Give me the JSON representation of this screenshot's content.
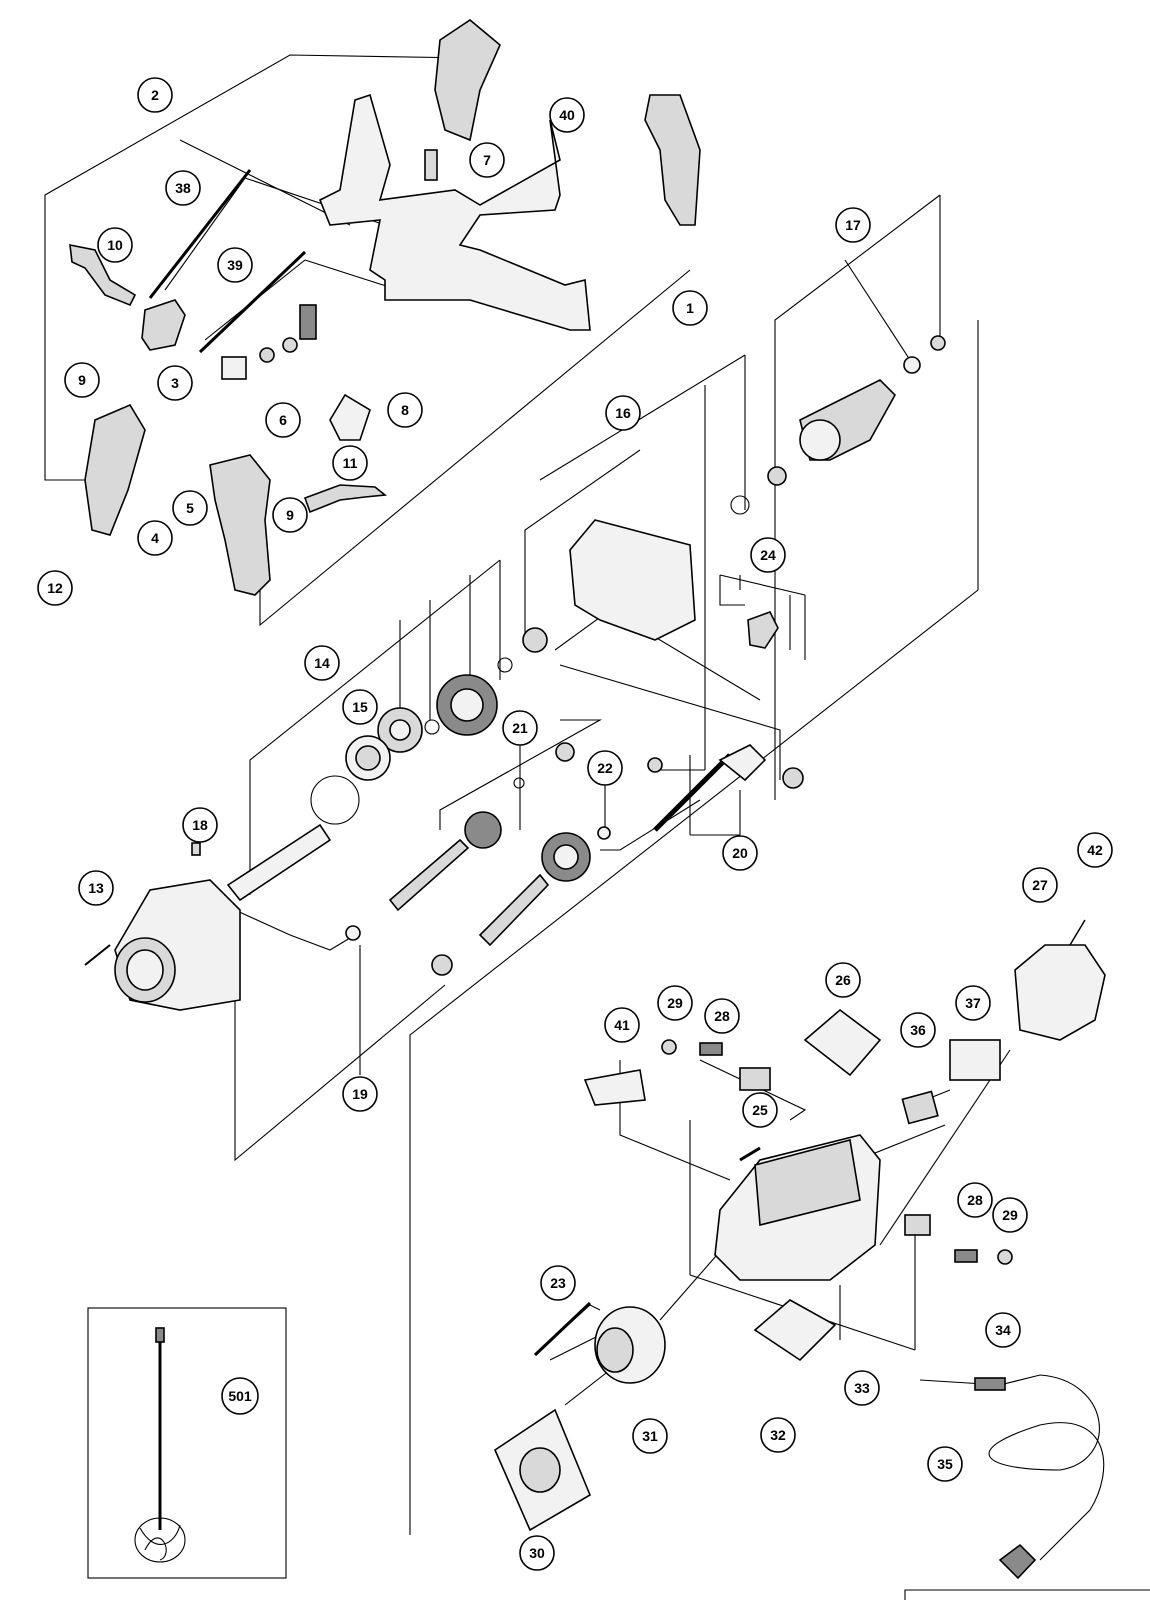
{
  "callouts": [
    {
      "label": "1"
    },
    {
      "label": "2"
    },
    {
      "label": "3"
    },
    {
      "label": "4"
    },
    {
      "label": "5"
    },
    {
      "label": "6"
    },
    {
      "label": "7"
    },
    {
      "label": "8"
    },
    {
      "label": "9"
    },
    {
      "label": "9"
    },
    {
      "label": "10"
    },
    {
      "label": "11"
    },
    {
      "label": "12"
    },
    {
      "label": "13"
    },
    {
      "label": "14"
    },
    {
      "label": "15"
    },
    {
      "label": "16"
    },
    {
      "label": "17"
    },
    {
      "label": "18"
    },
    {
      "label": "19"
    },
    {
      "label": "20"
    },
    {
      "label": "21"
    },
    {
      "label": "22"
    },
    {
      "label": "23"
    },
    {
      "label": "24"
    },
    {
      "label": "25"
    },
    {
      "label": "26"
    },
    {
      "label": "27"
    },
    {
      "label": "28"
    },
    {
      "label": "28"
    },
    {
      "label": "29"
    },
    {
      "label": "29"
    },
    {
      "label": "30"
    },
    {
      "label": "31"
    },
    {
      "label": "32"
    },
    {
      "label": "33"
    },
    {
      "label": "34"
    },
    {
      "label": "35"
    },
    {
      "label": "36"
    },
    {
      "label": "37"
    },
    {
      "label": "38"
    },
    {
      "label": "39"
    },
    {
      "label": "40"
    },
    {
      "label": "41"
    },
    {
      "label": "42"
    },
    {
      "label": "501"
    }
  ]
}
